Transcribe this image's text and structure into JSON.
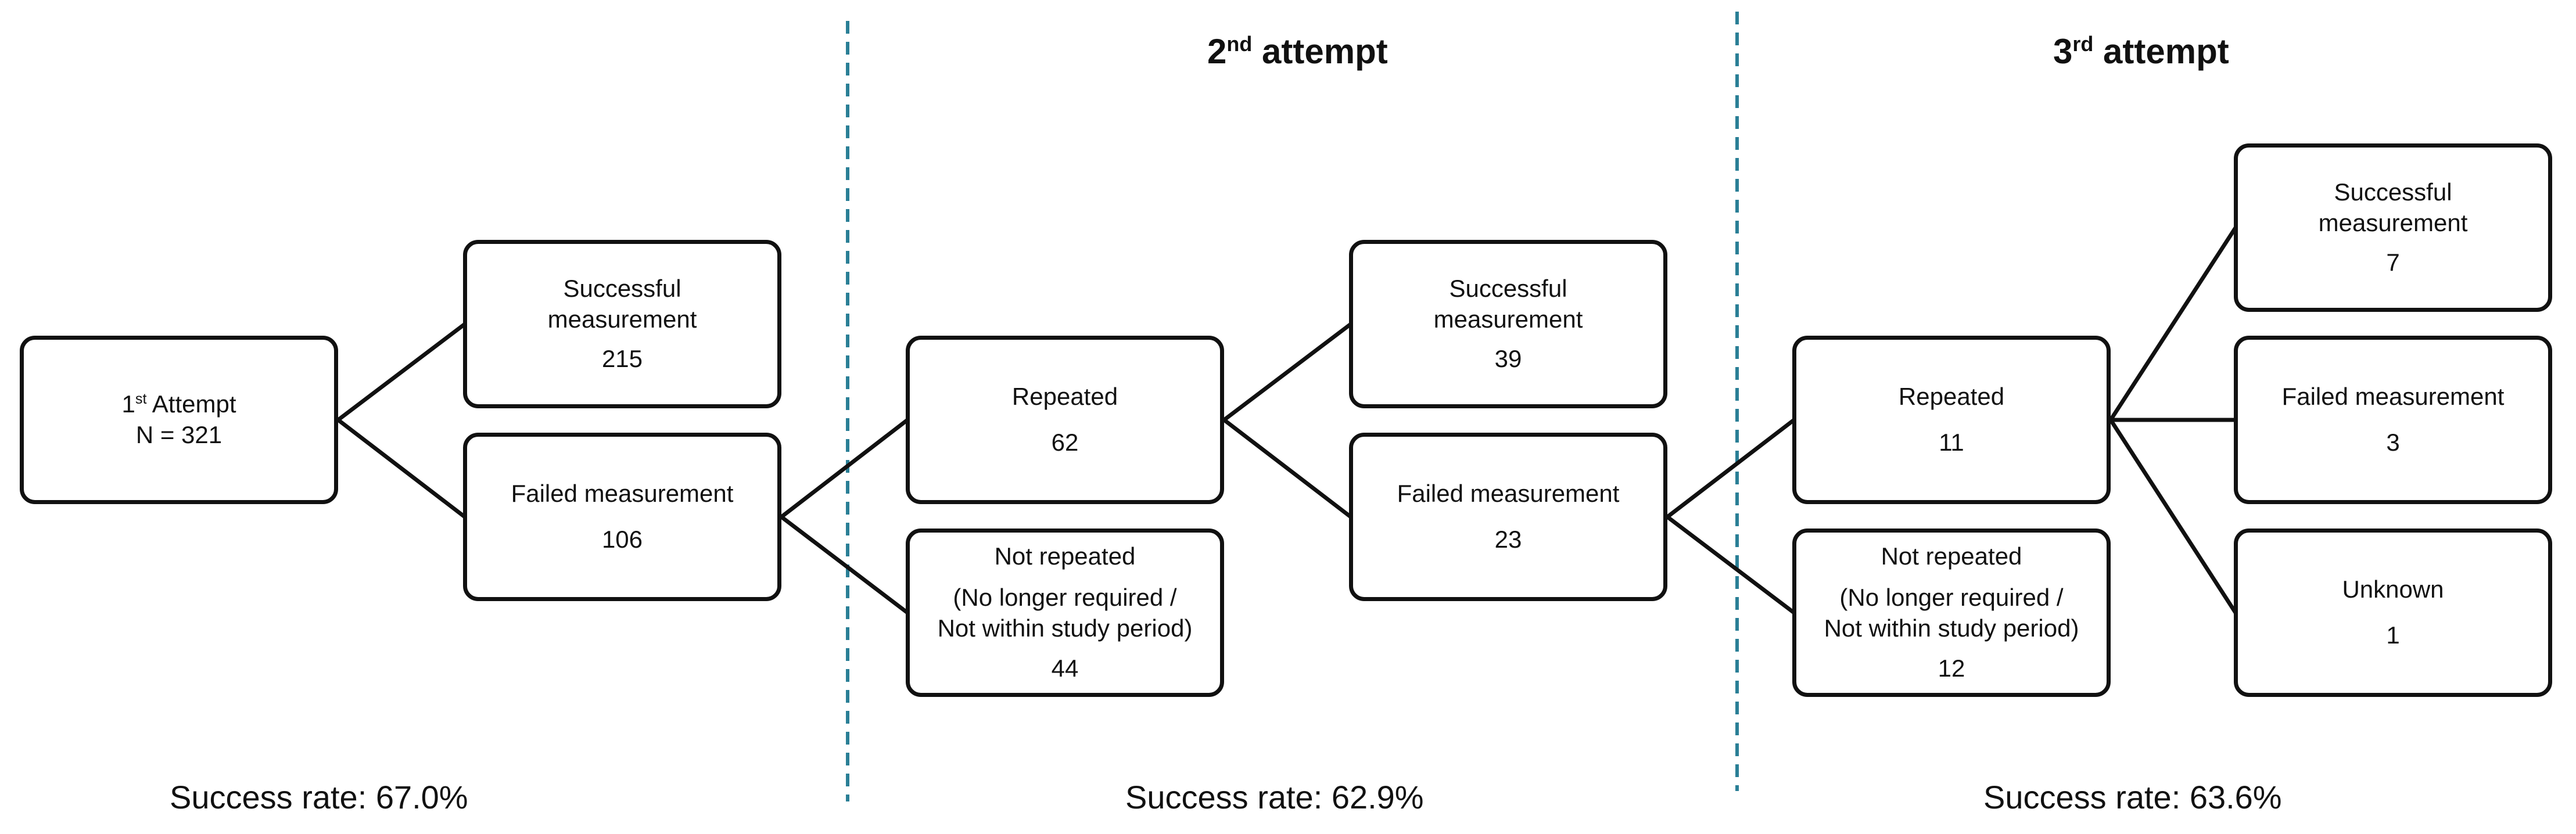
{
  "headers": {
    "second": {
      "ord": "2",
      "sup": "nd",
      "text": " attempt"
    },
    "third": {
      "ord": "3",
      "sup": "rd",
      "text": " attempt"
    }
  },
  "nodes": {
    "first": {
      "ord": "1",
      "sup": "st",
      "label": " Attempt",
      "count": "N = 321"
    },
    "success1": {
      "label_line1": "Successful",
      "label_line2": "measurement",
      "count": "215"
    },
    "failed1": {
      "label": "Failed measurement",
      "count": "106"
    },
    "repeated2": {
      "label": "Repeated",
      "count": "62"
    },
    "notrepeated2": {
      "label": "Not repeated",
      "sub_line1": "(No longer required /",
      "sub_line2": "Not within study period)",
      "count": "44"
    },
    "success2": {
      "label_line1": "Successful",
      "label_line2": "measurement",
      "count": "39"
    },
    "failed2": {
      "label": "Failed measurement",
      "count": "23"
    },
    "repeated3": {
      "label": "Repeated",
      "count": "11"
    },
    "notrepeated3": {
      "label": "Not repeated",
      "sub_line1": "(No longer required /",
      "sub_line2": "Not within study period)",
      "count": "12"
    },
    "success3": {
      "label_line1": "Successful",
      "label_line2": "measurement",
      "count": "7"
    },
    "failed3": {
      "label": "Failed measurement",
      "count": "3"
    },
    "unknown3": {
      "label": "Unknown",
      "count": "1"
    }
  },
  "rates": {
    "r1": "Success rate: 67.0%",
    "r2": "Success rate: 62.9%",
    "r3": "Success rate: 63.6%"
  },
  "colors": {
    "box_border": "#111111",
    "connector": "#111111",
    "divider": "#2a7f96"
  }
}
